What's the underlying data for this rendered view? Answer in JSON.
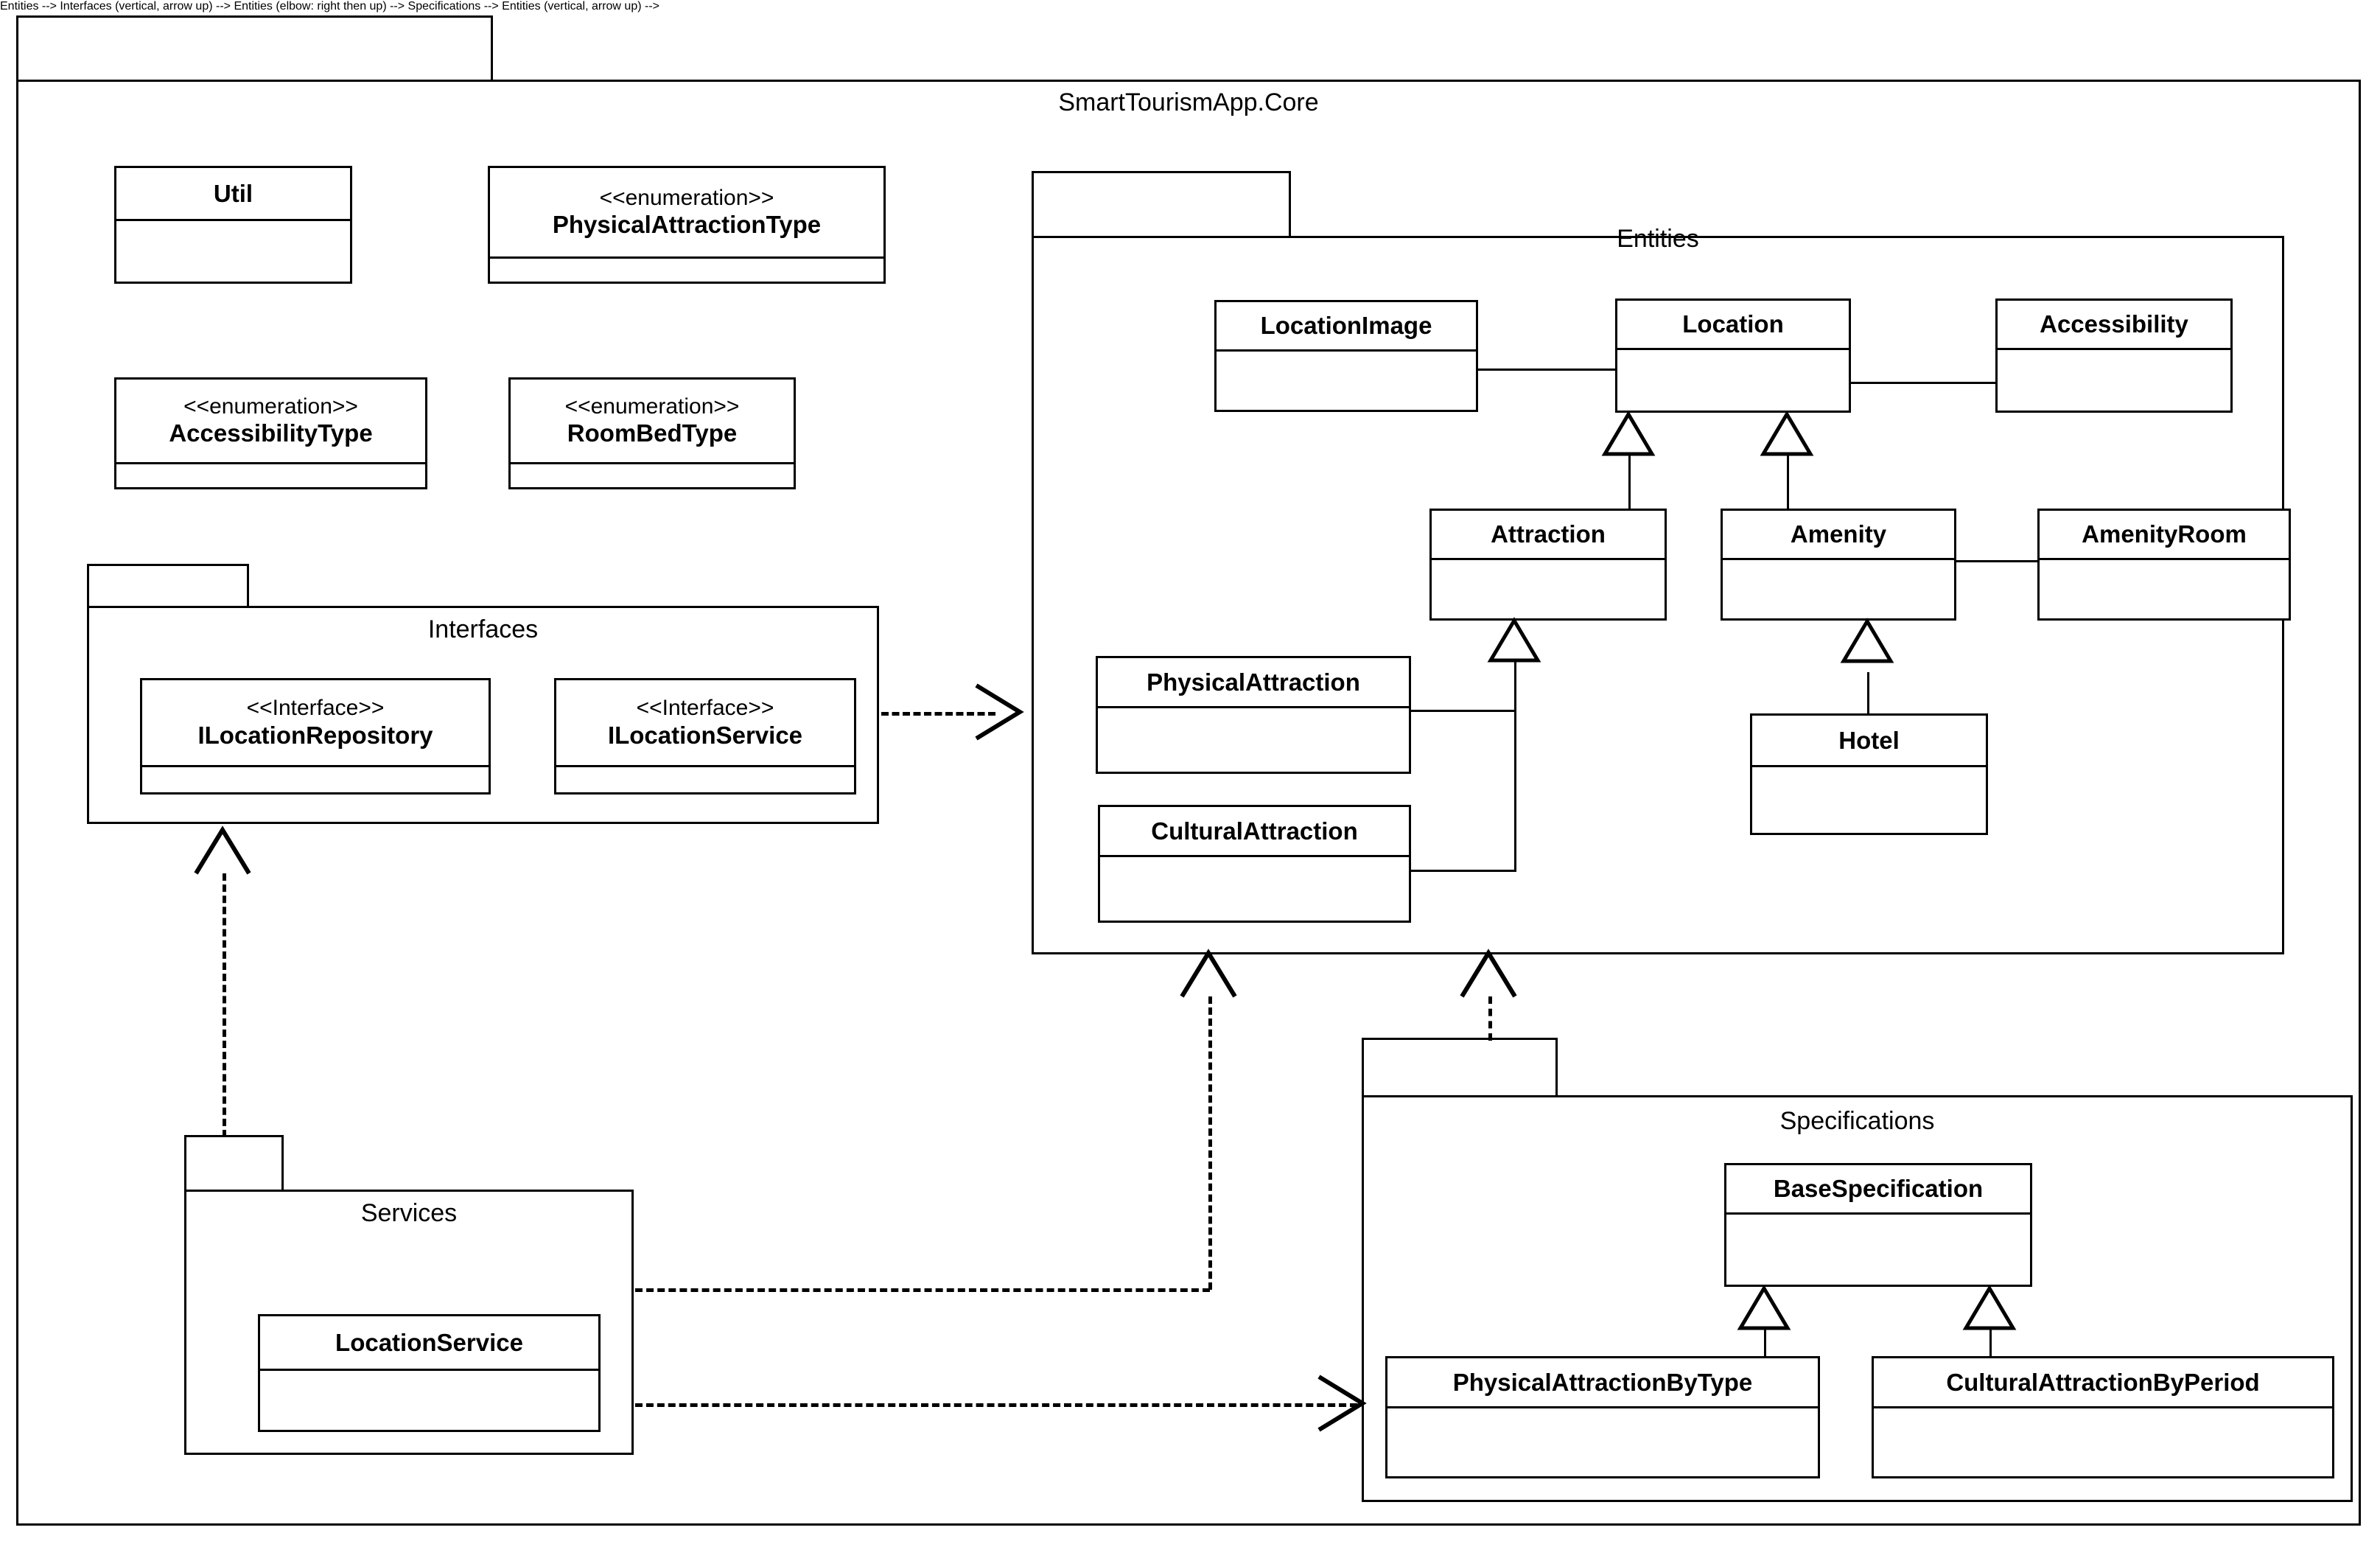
{
  "diagram": {
    "type": "uml-package-class-diagram",
    "root_package": {
      "name": "SmartTourismApp.Core"
    },
    "packages": [
      {
        "id": "entities",
        "name": "Entities"
      },
      {
        "id": "interfaces",
        "name": "Interfaces"
      },
      {
        "id": "services",
        "name": "Services"
      },
      {
        "id": "specifications",
        "name": "Specifications"
      }
    ],
    "stereotypes": {
      "enumeration": "<<enumeration>>",
      "interface": "<<Interface>>"
    },
    "classes": {
      "util": {
        "name": "Util",
        "stereotype": ""
      },
      "physical_attraction_type": {
        "name": "PhysicalAttractionType",
        "stereotype": "<<enumeration>>"
      },
      "accessibility_type": {
        "name": "AccessibilityType",
        "stereotype": "<<enumeration>>"
      },
      "room_bed_type": {
        "name": "RoomBedType",
        "stereotype": "<<enumeration>>"
      },
      "ilocation_repository": {
        "name": "ILocationRepository",
        "stereotype": "<<Interface>>"
      },
      "ilocation_service": {
        "name": "ILocationService",
        "stereotype": "<<Interface>>"
      },
      "location_service": {
        "name": "LocationService",
        "stereotype": ""
      },
      "location_image": {
        "name": "LocationImage",
        "stereotype": ""
      },
      "location": {
        "name": "Location",
        "stereotype": ""
      },
      "accessibility": {
        "name": "Accessibility",
        "stereotype": ""
      },
      "attraction": {
        "name": "Attraction",
        "stereotype": ""
      },
      "amenity": {
        "name": "Amenity",
        "stereotype": ""
      },
      "amenity_room": {
        "name": "AmenityRoom",
        "stereotype": ""
      },
      "physical_attraction": {
        "name": "PhysicalAttraction",
        "stereotype": ""
      },
      "cultural_attraction": {
        "name": "CulturalAttraction",
        "stereotype": ""
      },
      "hotel": {
        "name": "Hotel",
        "stereotype": ""
      },
      "base_specification": {
        "name": "BaseSpecification",
        "stereotype": ""
      },
      "physical_attraction_by_type": {
        "name": "PhysicalAttractionByType",
        "stereotype": ""
      },
      "cultural_attraction_by_period": {
        "name": "CulturalAttractionByPeriod",
        "stereotype": ""
      }
    },
    "relationships": [
      {
        "kind": "association",
        "from": "location_image",
        "to": "location"
      },
      {
        "kind": "association",
        "from": "location",
        "to": "accessibility"
      },
      {
        "kind": "association",
        "from": "amenity",
        "to": "amenity_room"
      },
      {
        "kind": "generalization",
        "from": "attraction",
        "to": "location"
      },
      {
        "kind": "generalization",
        "from": "amenity",
        "to": "location"
      },
      {
        "kind": "generalization",
        "from": "physical_attraction",
        "to": "attraction"
      },
      {
        "kind": "generalization",
        "from": "cultural_attraction",
        "to": "attraction"
      },
      {
        "kind": "generalization",
        "from": "hotel",
        "to": "amenity"
      },
      {
        "kind": "generalization",
        "from": "physical_attraction_by_type",
        "to": "base_specification"
      },
      {
        "kind": "generalization",
        "from": "cultural_attraction_by_period",
        "to": "base_specification"
      },
      {
        "kind": "dependency",
        "from": "interfaces",
        "to": "entities"
      },
      {
        "kind": "dependency",
        "from": "services",
        "to": "entities"
      },
      {
        "kind": "dependency",
        "from": "services",
        "to": "specifications"
      },
      {
        "kind": "dependency",
        "from": "services",
        "to": "interfaces"
      },
      {
        "kind": "dependency",
        "from": "specifications",
        "to": "entities"
      }
    ],
    "colors": {
      "stroke": "#000000",
      "fill": "#ffffff",
      "background": "#ffffff"
    }
  }
}
